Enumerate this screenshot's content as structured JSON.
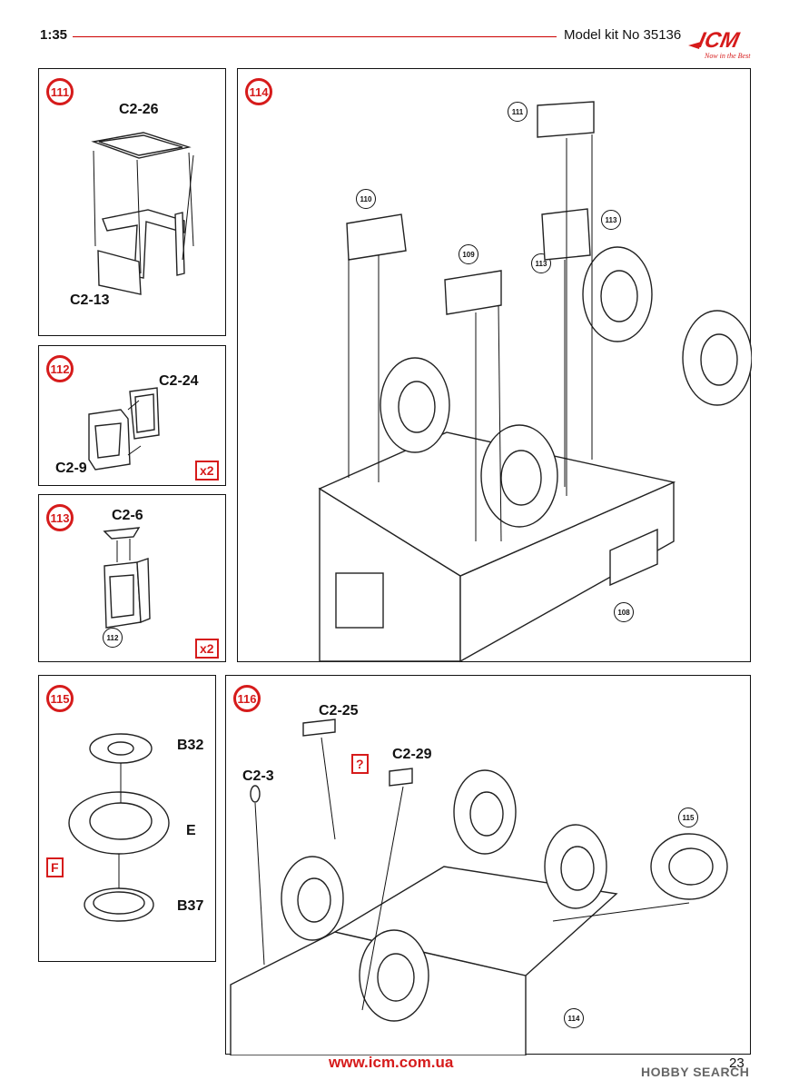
{
  "header": {
    "scale": "1:35",
    "kit": "Model kit No 35136",
    "logo_text": "ICM",
    "logo_tagline": "Now in the Best"
  },
  "steps": {
    "s111": {
      "num": "111",
      "top_part": "C2-26",
      "bottom_part": "C2-13"
    },
    "s112": {
      "num": "112",
      "part_a": "C2-24",
      "part_b": "C2-9",
      "multiplier": "x2"
    },
    "s113": {
      "num": "113",
      "part_a": "C2-6",
      "ref": "112",
      "multiplier": "x2"
    },
    "s114": {
      "num": "114",
      "refs": [
        "111",
        "110",
        "109",
        "113",
        "113",
        "108"
      ]
    },
    "s115": {
      "num": "115",
      "part_top": "B32",
      "part_mid": "E",
      "part_bottom": "B37",
      "flag": "F"
    },
    "s116": {
      "num": "116",
      "part_a": "C2-25",
      "part_b": "C2-29",
      "part_c": "C2-3",
      "question": "?",
      "refs": [
        "115",
        "114"
      ]
    }
  },
  "footer": {
    "url": "www.icm.com.ua",
    "page": "23",
    "watermark": "HOBBY SEARCH"
  }
}
